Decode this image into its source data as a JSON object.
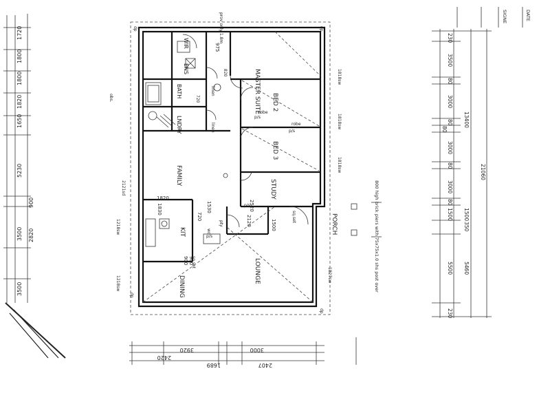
{
  "rooms": {
    "master": "MASTER SUITE",
    "wir": "WIR",
    "ens": "ENS",
    "bath": "BATH",
    "lndry": "LNDRY",
    "bed2": "BED 2",
    "bed3": "BED 3",
    "family": "FAMILY",
    "study": "STUDY",
    "kit": "KIT",
    "dining": "DINING",
    "lounge": "LOUNGE",
    "porch": "PORCH"
  },
  "labels": {
    "robe1": "robe",
    "robe2": "robe",
    "ps1": "p/s",
    "ps2": "p/s",
    "ps3": "p/s",
    "ps4": "p/s",
    "pty": "pty",
    "linen1": "linen",
    "linen2": "linen",
    "dp1": "dp",
    "dp2": "dp",
    "dp3": "dp",
    "dp4": "dp",
    "pier_note": "800 high brick piers with 75x75x1.0 shs post over",
    "prov": "prov only 1.8m",
    "sq_set1": "sq.set",
    "sq_set2": "sq.set",
    "window_1": "1218sw",
    "window_2": "1218sw",
    "window_3": "1818sw",
    "window_4": "1818sw",
    "window_5": "1818sw",
    "window_6": "1827sw",
    "window_7": "2121sd",
    "obs": "obs.",
    "door_720": "720",
    "door_820": "820",
    "hwc": "wo",
    "signe": "SIGNE",
    "date": "DATE"
  },
  "dims": {
    "top_chain": [
      "1720",
      "1800",
      "1800",
      "1820",
      "1650",
      "5230",
      "900",
      "3500",
      "2820",
      "3500"
    ],
    "right_chain": [
      "230",
      "3500",
      "80",
      "3000",
      "80",
      "80",
      "3000",
      "80",
      "3000",
      "80",
      "1500",
      "1500",
      "350",
      "5500",
      "5460",
      "230"
    ],
    "right_total_a": "13400",
    "right_total_b": "21060",
    "bottom_chain": [
      "3920",
      "2420",
      "3000",
      "1689",
      "2407"
    ],
    "inner": [
      "1830",
      "1530",
      "1820",
      "975",
      "2120",
      "1500",
      "900",
      "900",
      "720",
      "2520"
    ]
  }
}
